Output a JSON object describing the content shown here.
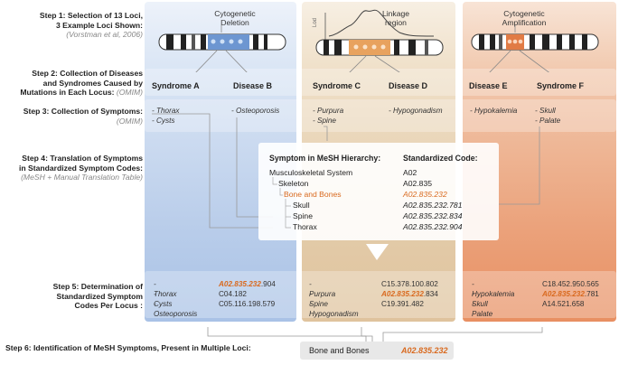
{
  "steps": {
    "s1_line1": "Step 1: Selection of 13 Loci,",
    "s1_line2": "3 Example Loci Shown:",
    "s1_sub": "(Vorstman et al, 2006)",
    "s2_line1": "Step 2: Collection of Diseases",
    "s2_line2": "and Syndromes Caused by",
    "s2_line3": "Mutations in Each Locus:",
    "s2_sub": "(OMIM)",
    "s3_line1": "Step 3: Collection of Symptoms:",
    "s3_sub": "(OMIM)",
    "s4_line1": "Step 4: Translation of Symptoms",
    "s4_line2": "in Standardized Symptom Codes:",
    "s4_sub": "(MeSH + Manual Translation Table)",
    "s5_line1": "Step 5: Determination of",
    "s5_line2": "Standardized  Symptom",
    "s5_line3": "Codes Per Locus :",
    "s6": "Step 6: Identification of MeSH Symptoms, Present in Multiple Loci:"
  },
  "loci": {
    "blue": {
      "header1": "Cytogenetic",
      "header2": "Deletion",
      "d1": "Syndrome A",
      "d2": "Disease B"
    },
    "tan": {
      "header1": "Linkage",
      "header2": "region",
      "lod": "Lod",
      "d1": "Syndrome C",
      "d2": "Disease D"
    },
    "orange": {
      "header1": "Cytogenetic",
      "header2": "Amplification",
      "d1": "Disease E",
      "d2": "Syndrome F"
    }
  },
  "step3": {
    "blue_a1": "- Thorax",
    "blue_a2": "- Cysts",
    "blue_b1": "- Osteoporosis",
    "tan_a1": "- Purpura",
    "tan_a2": "- Spine",
    "tan_b1": "- Hypogonadism",
    "orange_a1": "- Hypokalemia",
    "orange_b1": "- Skull",
    "orange_b2": "- Palate"
  },
  "mesh": {
    "h1": "Symptom in MeSH Hierarchy:",
    "h2": "Standardized Code:",
    "rows": [
      {
        "name": "Musculoskeletal System",
        "code": "A02"
      },
      {
        "name": "Skeleton",
        "code": "A02.835"
      },
      {
        "name": "Bone and Bones",
        "code": "A02.835.232"
      },
      {
        "name": "Skull",
        "code": "A02.835.232.781"
      },
      {
        "name": "Spine",
        "code": "A02.835.232.834"
      },
      {
        "name": "Thorax",
        "code": "A02.835.232.904"
      }
    ]
  },
  "step5": {
    "blue": [
      {
        "sym": "- Thorax",
        "hl": "A02.835.232",
        "rest": ".904"
      },
      {
        "sym": "- Cysts",
        "hl": "",
        "rest": "C04.182"
      },
      {
        "sym": "- Osteoporosis",
        "hl": "",
        "rest": "C05.116.198.579"
      }
    ],
    "tan": [
      {
        "sym": "- Purpura",
        "hl": "",
        "rest": "C15.378.100.802"
      },
      {
        "sym": "- Spine",
        "hl": "A02.835.232",
        "rest": ".834"
      },
      {
        "sym": "- Hypogonadism",
        "hl": "",
        "rest": "C19.391.482"
      }
    ],
    "orange": [
      {
        "sym": "- Hypokalemia",
        "hl": "",
        "rest": "C18.452.950.565"
      },
      {
        "sym": "- Skull",
        "hl": "A02.835.232",
        "rest": ".781"
      },
      {
        "sym": "- Palate",
        "hl": "",
        "rest": "A14.521.658"
      }
    ]
  },
  "final": {
    "name": "Bone and Bones",
    "code": "A02.835.232"
  },
  "colors": {
    "accent": "#d9691e",
    "blue": "#a9c2e6",
    "tan": "#dfc39d",
    "orange": "#e88f62"
  }
}
